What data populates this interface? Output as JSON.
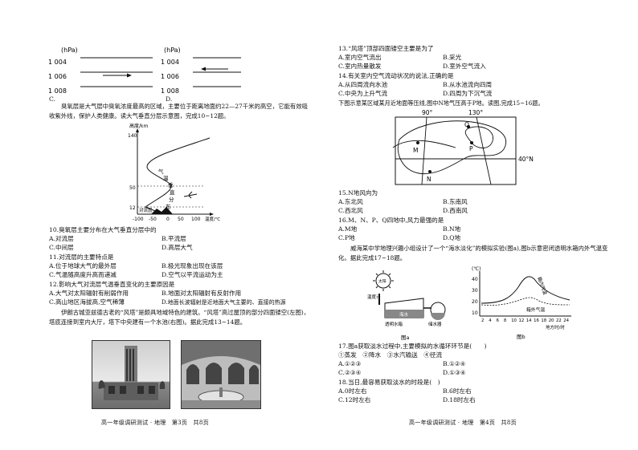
{
  "left_page": {
    "isobar_options": {
      "unit": "(hPa)",
      "levels": [
        "1 004",
        "1 006",
        "1 008"
      ],
      "letters": [
        "C.",
        "D."
      ]
    },
    "ozone_intro": "臭氧层是大气层中臭氧浓度最高的区域，主要位于距离地面约22—27千米的高空，它能有效吸收紫外线，保护人类健康。读大气垂直分层示意图，完成10~12题。",
    "layer_chart": {
      "y_axis_label": "高度/km",
      "y_ticks": [
        "140",
        "50",
        "12"
      ],
      "x_axis_label": "温度/℃",
      "x_ticks": [
        "-100",
        "-50",
        "0",
        "50",
        "100"
      ],
      "layer_labels": [
        "气",
        "温",
        "垂",
        "直",
        "分",
        "布"
      ],
      "ground_label": "对流层"
    },
    "q10": {
      "stem": "10.臭氧层主要分布在大气垂直分层中的",
      "a": "A.对流层",
      "b": "B.平流层",
      "c": "C.中间层",
      "d": "D.高层大气"
    },
    "q11": {
      "stem": "11.对流层的主要特点是",
      "a": "A.位于地球大气的最外层",
      "b": "B.极光现象出现在该层",
      "c": "C.气温随高度升高而递减",
      "d": "D.空气以平流运动为主"
    },
    "q12": {
      "stem": "12.影响大气对流层气温垂直变化的主要原因是",
      "a": "A.大气对太阳辐射有削弱作用",
      "b": "B.地面对太阳辐射有反射作用",
      "c": "C.高山地区海拔高,空气稀薄",
      "d": "D.地面长波辐射是近地面大气主要的、直接的热源"
    },
    "windtower_intro": "伊朗古城亚兹德古老的“风塔”是颇具地域特色的建筑。“风塔”高过屋顶的部分四面镂空(左图)，塔底连接到室内大厅，塔下中央建有一个水池(右图)。据此完成13~14题。",
    "footer": "高一年级调研测试 · 地理　第3页　共8页"
  },
  "right_page": {
    "q13": {
      "stem": "13.“风塔”顶部四面镂空主要是为了",
      "a": "A.室内空气流出",
      "b": "B.采光",
      "c": "C.室内热量散发",
      "d": "D.室外空气流入"
    },
    "q14": {
      "stem": "14.有关室内空气流动状况的说法,正确的是",
      "a": "A.从四周流向水池",
      "b": "B.从水池流向四周",
      "c": "C.中央为上升气流",
      "d": "D.四周为下沉气流"
    },
    "map_intro": "下图示意某区域某月近地面等压线,图中N地气压高于P地。读图,完成15~16题。",
    "map": {
      "lon_left": "90°",
      "lon_right": "130°",
      "lat": "40°N",
      "points": [
        "M",
        "Q",
        "P",
        "N"
      ]
    },
    "q15": {
      "stem": "15.N地风向为",
      "a": "A.东北风",
      "b": "B.东南风",
      "c": "C.西北风",
      "d": "D.西南风"
    },
    "q16": {
      "stem": "16.M、N、P、Q四地中,风力最强的是",
      "a": "A.M地",
      "b": "B.N地",
      "c": "C.P地",
      "d": "D.Q地"
    },
    "solar_intro": "威海某中学地理兴趣小组设计了一个“海水淡化”的模拟实验(图a),图b示意密闭透明水箱内外气温变化。据此完成17~18题。",
    "fig_a": {
      "sun": "太阳",
      "thermo": "温度计",
      "seawater": "海水",
      "tank": "透明水箱",
      "fresh": "储水器",
      "caption": "图a"
    },
    "fig_b": {
      "y_label": "(℃)",
      "y_ticks": [
        "40",
        "30",
        "20",
        "10"
      ],
      "x_ticks": [
        "2",
        "4",
        "6",
        "8",
        "10",
        "12",
        "14",
        "16",
        "18",
        "20",
        "22",
        "24"
      ],
      "x_label": "地方时/时",
      "inside": "箱内气温",
      "outside": "箱外气温",
      "caption": "图b"
    },
    "q17": {
      "stem": "17.图a获取淡水过程中,主要模拟的水循环环节是(　　)",
      "opts": "①蒸发　②降水　③水汽输送　④径流",
      "a": "A.①②③",
      "b": "B.①②④",
      "c": "C.②③④",
      "d": "D.①③④"
    },
    "q18": {
      "stem": "18.当日,最容易获取淡水的时段是(　)",
      "a": "A.0时左右",
      "b": "B.6时左右",
      "c": "C.12时左右",
      "d": "D.18时左右"
    },
    "footer": "高一年级调研测试 · 地理　第4页　共8页"
  }
}
